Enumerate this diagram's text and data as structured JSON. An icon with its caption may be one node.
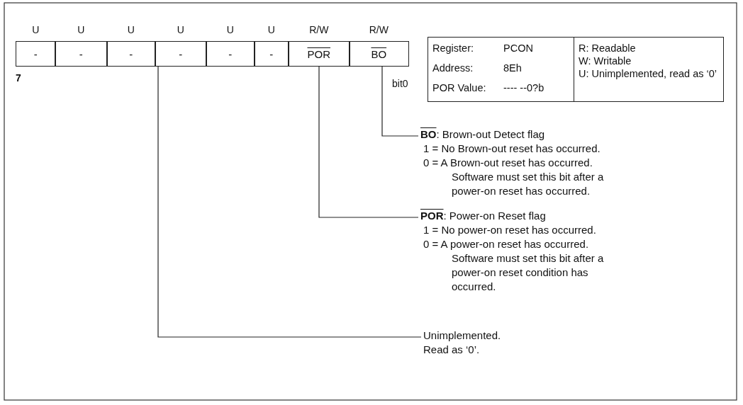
{
  "diagram": {
    "nodes": [
      {
        "text": [
          "-"
        ],
        "beside": [
          "U"
        ]
      },
      {
        "text": [
          "-"
        ],
        "beside": [
          "U"
        ]
      },
      {
        "text": [
          "-"
        ],
        "beside": [
          "U"
        ]
      },
      {
        "text": [
          "-"
        ],
        "beside": [
          "U"
        ]
      },
      {
        "text": [
          "-"
        ],
        "beside": [
          "U"
        ]
      },
      {
        "text": [
          "-"
        ],
        "beside": [
          "U"
        ]
      },
      {
        "text": [
          "POR"
        ],
        "beside": [
          "R/W"
        ]
      },
      {
        "text": [
          "BO"
        ],
        "beside": [
          "R/W"
        ]
      },
      {
        "text": [],
        "shape": "box"
      },
      {
        "text": [
          "Register:",
          "PCON",
          "Address:",
          "8Eh",
          "POR Value:",
          "---- --0?b"
        ],
        "in": 8
      },
      {
        "text": [
          "R: Readable",
          "W: Writable",
          "U: Unimplemented, read as ‘0’"
        ],
        "in": 8
      },
      {
        "text": [
          "**BO**: Brown-out Detect flag",
          "1 = No Brown-out reset has occurred.",
          "0 = A Brown-out reset has occurred. Software must set this bit after a power-on reset has occurred."
        ]
      },
      {
        "text": [
          "**POR**: Power-on Reset flag",
          "1 = No power-on reset has occurred.",
          "0 = A power-on reset has occurred. Software must set this bit after a power-on reset condition has occurred."
        ]
      },
      {
        "text": [
          "Unimplemented. Read as ‘0’."
        ]
      }
    ],
    "edges": [
      {
        "from": 7,
        "to": 11,
        "arrow": "none"
      },
      {
        "from": 6,
        "to": 12,
        "arrow": "none"
      },
      {
        "from": 3,
        "to": 13,
        "arrow": "none"
      }
    ],
    "labels": [
      "7",
      "bit0"
    ]
  }
}
